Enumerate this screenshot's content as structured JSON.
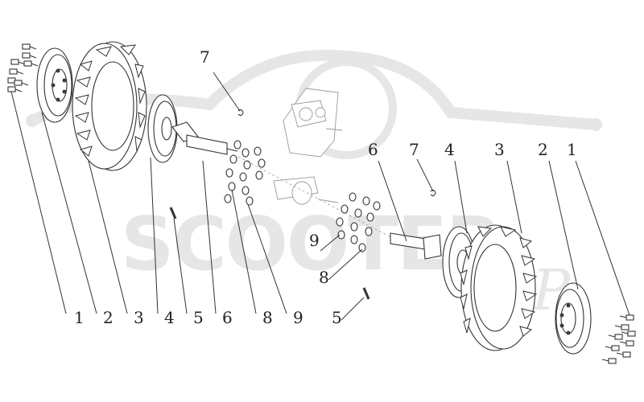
{
  "watermark": {
    "brand": "SCOOTER",
    "suffix": "HP"
  },
  "callouts_left": [
    "1",
    "2",
    "3",
    "4",
    "5",
    "6",
    "8",
    "9"
  ],
  "callout_top_left": "7",
  "callouts_right_top": [
    "6",
    "7",
    "4",
    "3",
    "2",
    "1"
  ],
  "callouts_right_mid": [
    "9",
    "8",
    "5"
  ],
  "colors": {
    "line": "#333333",
    "watermark": "#e6e6e6",
    "background": "#ffffff"
  }
}
